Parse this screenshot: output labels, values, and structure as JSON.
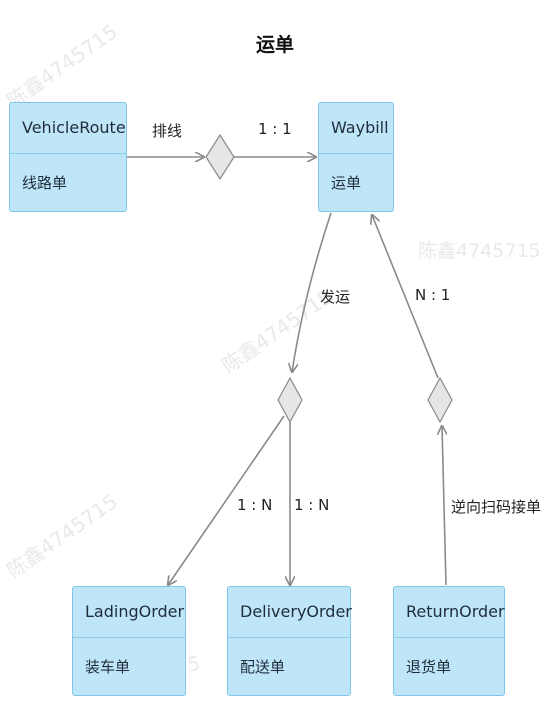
{
  "diagram": {
    "title": "运单",
    "entities": {
      "vehicle_route": {
        "name": "VehicleRoute",
        "label": "线路单"
      },
      "waybill": {
        "name": "Waybill",
        "label": "运单"
      },
      "lading_order": {
        "name": "LadingOrder",
        "label": "装车单"
      },
      "delivery_order": {
        "name": "DeliveryOrder",
        "label": "配送单"
      },
      "return_order": {
        "name": "ReturnOrder",
        "label": "退货单"
      }
    },
    "relations": {
      "route_waybill": {
        "verb": "排线",
        "cardinality": "1 : 1"
      },
      "waybill_dispatch": {
        "verb": "发运",
        "cardinality_lading": "1 : N",
        "cardinality_delivery": "1 : N"
      },
      "return_waybill": {
        "verb": "逆向扫码接单",
        "cardinality": "N : 1"
      }
    },
    "watermark": "陈鑫4745715"
  },
  "colors": {
    "entity_fill": "#bfe5f8",
    "entity_border": "#7fc6ea",
    "diamond_fill": "#e6e6e6",
    "edge": "#8a8a8a"
  }
}
